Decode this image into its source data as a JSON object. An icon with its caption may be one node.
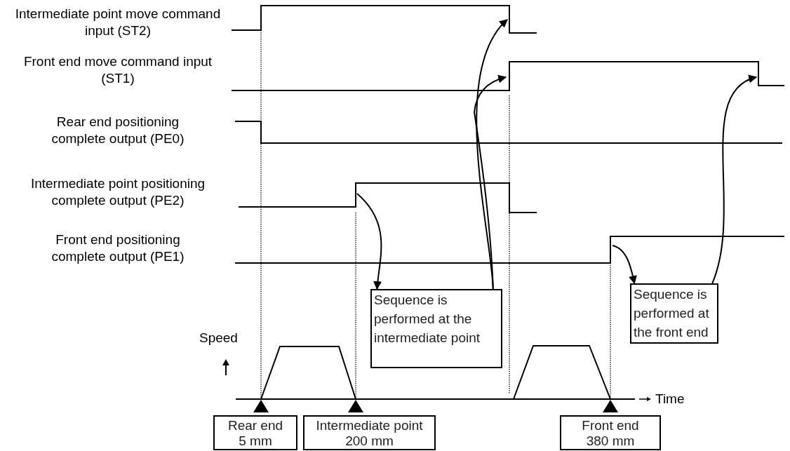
{
  "diagram": {
    "nodes": [
      {
        "text": [
          "Sequence is performed at the intermediate point"
        ]
      },
      {
        "text": [
          "Sequence is performed at the front end"
        ]
      },
      {
        "text": [
          "Rear end",
          "5 mm"
        ]
      },
      {
        "text": [
          "Intermediate point",
          "200 mm"
        ]
      },
      {
        "text": [
          "Front end",
          "380 mm"
        ]
      }
    ],
    "edges": [
      {
        "from": null,
        "to": 0,
        "arrow": "to"
      },
      {
        "from": 0,
        "to": null,
        "arrow": "to"
      },
      {
        "from": 0,
        "to": null,
        "arrow": "to"
      },
      {
        "from": null,
        "to": 1,
        "arrow": "to"
      },
      {
        "from": 1,
        "to": null,
        "arrow": "to"
      }
    ],
    "labels": [
      "Intermediate point move command input (ST2)",
      "Front end move command input (ST1)",
      "Rear end positioning complete output (PE0)",
      "Intermediate point positioning complete output (PE2)",
      "Front end positioning complete output (PE1)",
      "Speed",
      "Time"
    ]
  }
}
